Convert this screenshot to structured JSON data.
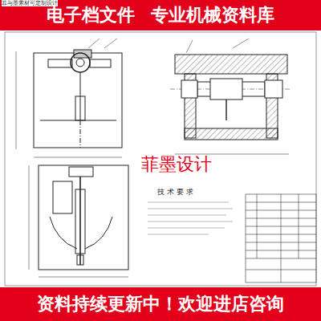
{
  "diagram": {
    "nodes": [
      {
        "text": [
          "电子档文件 专业机械资料库"
        ]
      },
      {
        "text": [
          "资料持续更新中！欢迎进店咨询"
        ]
      }
    ],
    "labels": [
      "菲与墨素材可定制设计",
      "菲墨设计",
      "技 术 要 求"
    ]
  }
}
